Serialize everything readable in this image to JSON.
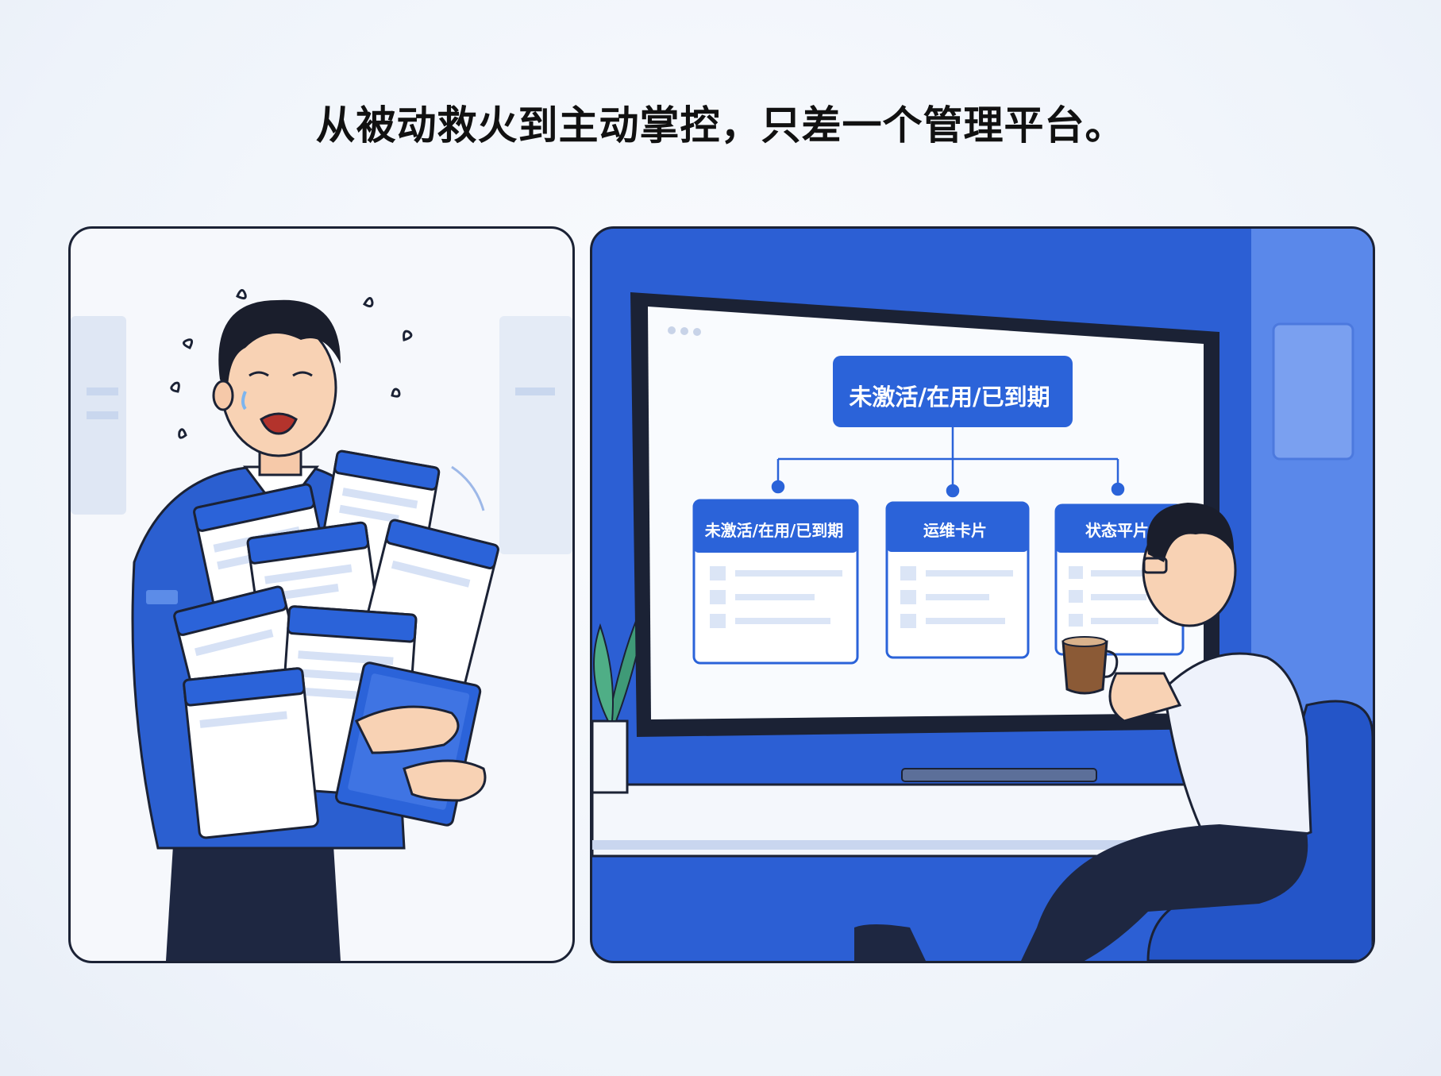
{
  "headline": "从被动救火到主动掌控，只差一个管理平台。",
  "dashboard": {
    "root_node": "未激活/在用/已到期",
    "cards": [
      {
        "title": "未激活/在用/已到期"
      },
      {
        "title": "运维卡片"
      },
      {
        "title": "状态平片"
      }
    ]
  },
  "colors": {
    "brand_blue": "#2c5fd4",
    "card_blue": "#2b63d9",
    "outline": "#1b2235",
    "background": "#f3f6fb"
  }
}
